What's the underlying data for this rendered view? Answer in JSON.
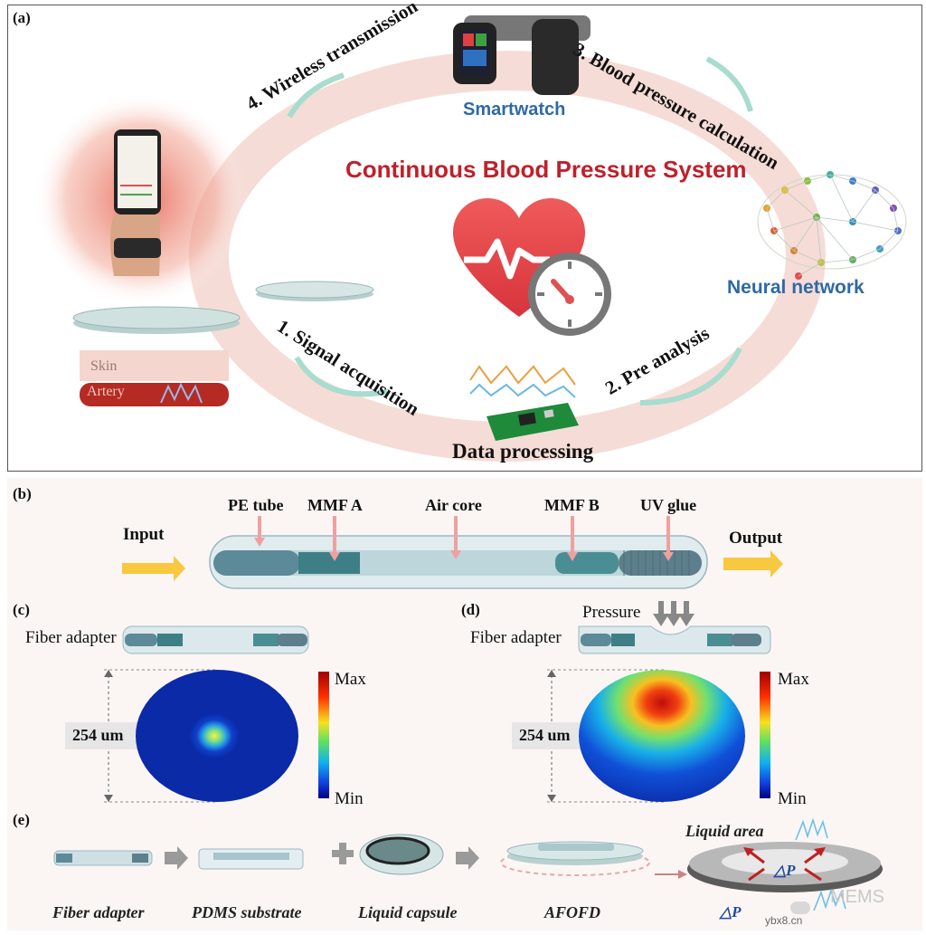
{
  "panel_a": {
    "label": "(a)",
    "title": "Continuous Blood Pressure System",
    "smartwatch": "Smartwatch",
    "neural_network": "Neural network",
    "data_processing": "Data processing",
    "steps": [
      "1. Signal acquisition",
      "2. Pre analysis",
      "3. Blood  pressure calculation",
      "4. Wireless transmission"
    ],
    "skin": "Skin",
    "artery": "Artery"
  },
  "panel_b": {
    "label": "(b)",
    "input": "Input",
    "output": "Output",
    "parts": [
      "PE tube",
      "MMF A",
      "Air core",
      "MMF B",
      "UV glue"
    ]
  },
  "panel_c": {
    "label": "(c)",
    "adapter": "Fiber adapter",
    "size": "254 um",
    "max": "Max",
    "min": "Min"
  },
  "panel_d": {
    "label": "(d)",
    "adapter": "Fiber adapter",
    "pressure": "Pressure",
    "size": "254 um",
    "max": "Max",
    "min": "Min"
  },
  "panel_e": {
    "label": "(e)",
    "steps": [
      "Fiber adapter",
      "PDMS substrate",
      "Liquid capsule",
      "AFOFD"
    ],
    "liquid_area": "Liquid area",
    "delta_p": "△P"
  },
  "watermark": {
    "brand": "MEMS",
    "site": "ybx8.cn"
  },
  "colors": {
    "accent_red": "#c0202a",
    "title_blue": "#2e6aa6",
    "arrow_teal": "#8ed3c2",
    "arrow_pink": "#f0a0a0",
    "arrow_yellow": "#f8c840"
  }
}
